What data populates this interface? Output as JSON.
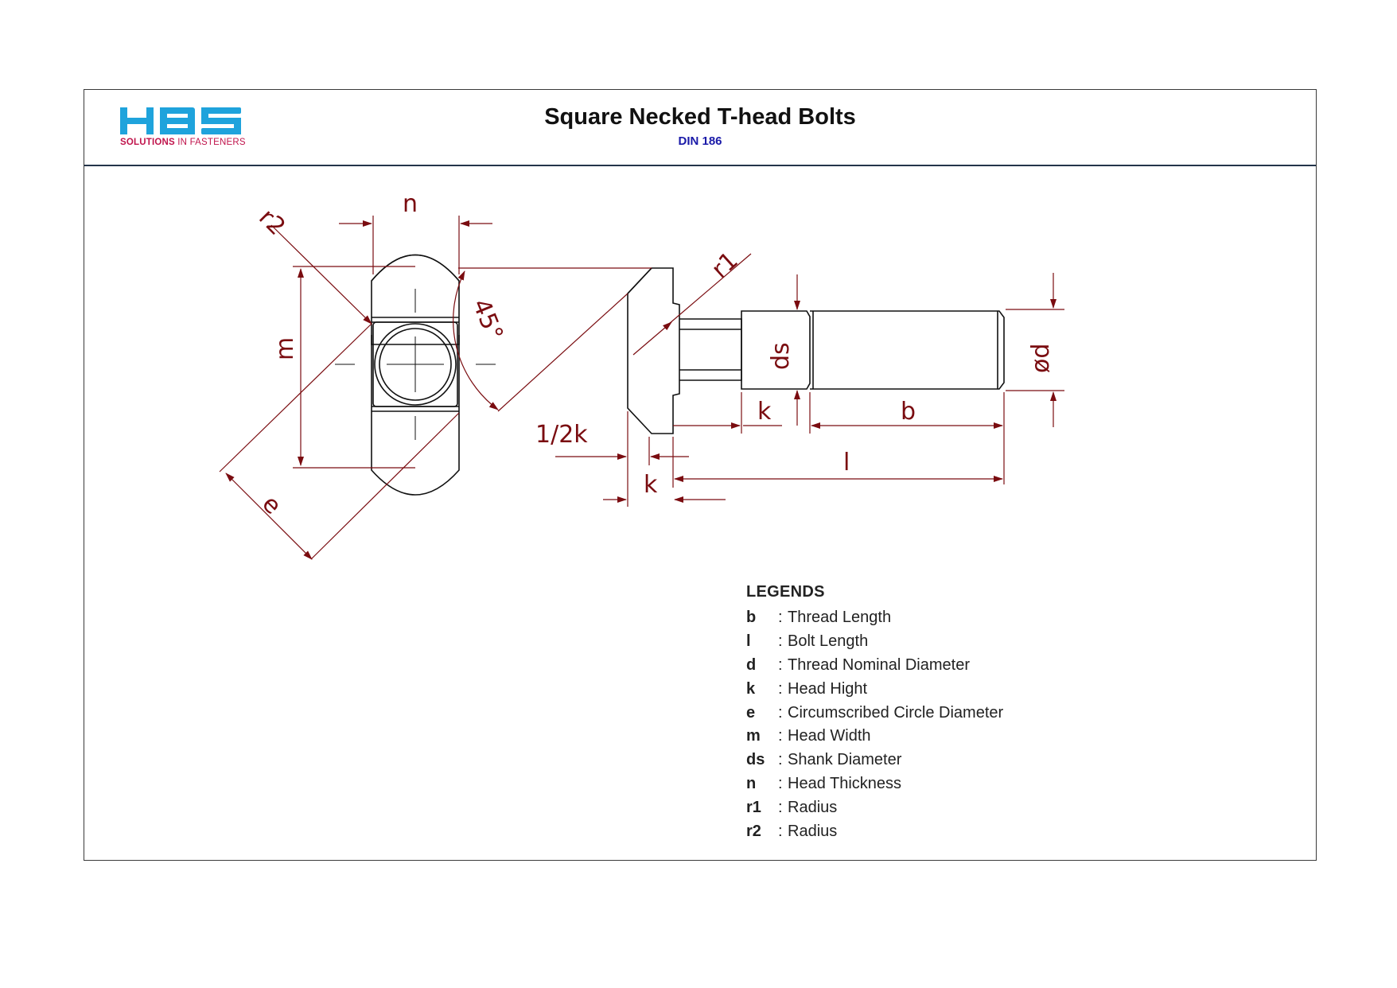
{
  "logo": {
    "brand": "HBS",
    "tagline_strong": "SOLUTIONS",
    "tagline_rest": " IN FASTENERS",
    "color": "#1fa3dc"
  },
  "header": {
    "title": "Square Necked T-head Bolts",
    "subtitle": "DIN 186"
  },
  "drawing": {
    "labels": {
      "n": "n",
      "r2": "r2",
      "m": "m",
      "e": "e",
      "angle": "45°",
      "r1": "r1",
      "ds": "ds",
      "d": "ød",
      "k_shank": "k",
      "b": "b",
      "half_k": "1/2k",
      "k_head": "k",
      "l": "l"
    },
    "line_color": "#111111",
    "dimension_color": "#7a0c10"
  },
  "legends": {
    "title": "LEGENDS",
    "items": [
      {
        "key": "b",
        "desc": "Thread Length"
      },
      {
        "key": "l",
        "desc": "Bolt Length"
      },
      {
        "key": "d",
        "desc": "Thread Nominal Diameter"
      },
      {
        "key": "k",
        "desc": "Head Hight"
      },
      {
        "key": "e",
        "desc": "Circumscribed Circle Diameter"
      },
      {
        "key": "m",
        "desc": "Head Width"
      },
      {
        "key": "ds",
        "desc": "Shank Diameter"
      },
      {
        "key": "n",
        "desc": "Head Thickness"
      },
      {
        "key": "r1",
        "desc": "Radius"
      },
      {
        "key": "r2",
        "desc": "Radius"
      }
    ]
  }
}
